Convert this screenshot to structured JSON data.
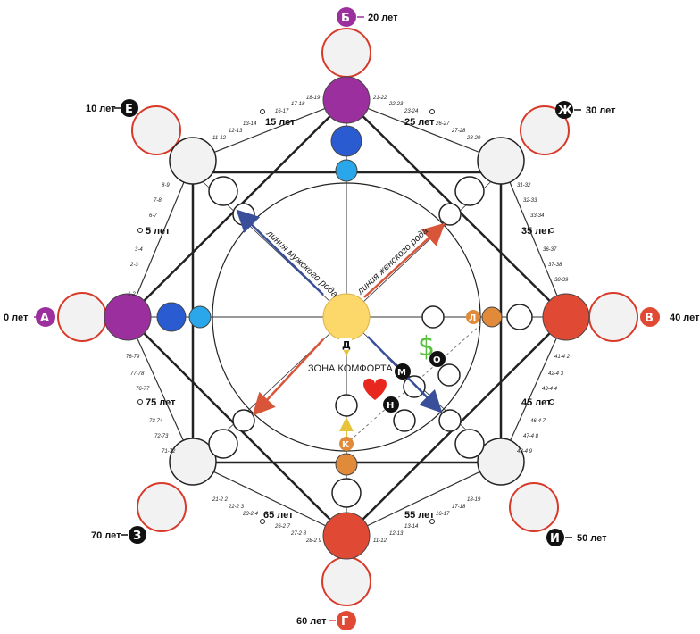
{
  "top_points": {
    "a": {
      "letter": "А",
      "age": "0 лет"
    },
    "b": {
      "letter": "Б",
      "age": "20 лет"
    },
    "v": {
      "letter": "В",
      "age": "40 лет"
    },
    "g": {
      "letter": "Г",
      "age": "60 лет"
    },
    "e": {
      "letter": "Е",
      "age": "10 лет"
    },
    "zh": {
      "letter": "Ж",
      "age": "30 лет"
    },
    "i": {
      "letter": "И",
      "age": "50 лет"
    },
    "z": {
      "letter": "З",
      "age": "70 лет"
    }
  },
  "age_marks": {
    "m5": "5 лет",
    "m15": "15 лет",
    "m25": "25 лет",
    "m35": "35 лет",
    "m45": "45 лет",
    "m55": "55 лет",
    "m65": "65 лет",
    "m75": "75 лет"
  },
  "ticks": {
    "left_top": [
      "1-2",
      "2-3",
      "3-4",
      "6-7",
      "7-8",
      "8-9"
    ],
    "top_left": [
      "11-12",
      "12-13",
      "13-14",
      "16-17",
      "17-18",
      "18-19"
    ],
    "top_right": [
      "21-22",
      "22-23",
      "23-24",
      "26-27",
      "27-28",
      "28-29"
    ],
    "right_top": [
      "31-32",
      "32-33",
      "33-34",
      "36-37",
      "37-38",
      "38-39"
    ],
    "right_bottom": [
      "41-4 2",
      "42-4 3",
      "43-4 4",
      "46-4 7",
      "47-4 8",
      "48-4 9"
    ],
    "bottom_right": [
      "11-12",
      "12-13",
      "13-14",
      "16-17",
      "17-18",
      "18-19"
    ],
    "bottom_left": [
      "21-2 2",
      "22-2 3",
      "23-2 4",
      "26-2 7",
      "27-2 8",
      "28-2 9"
    ],
    "left_bottom": [
      "71-72",
      "72-73",
      "73-74",
      "76-77",
      "77-78",
      "78-79"
    ]
  },
  "inner_letters": {
    "d": "Д",
    "k": "К",
    "l": "Л",
    "m": "М",
    "n": "Н",
    "o": "О"
  },
  "diagonals": {
    "male": "линия мужского рода",
    "female": "линия женского рода"
  },
  "zone_label": "ЗОНА КОМФОРТА",
  "dollar": "$",
  "colors": {
    "purple": "#9b2f9e",
    "red": "#e04a35",
    "blue": "#2a5bd0",
    "light_blue": "#2aa6ea",
    "yellow": "#fcd86a",
    "orange": "#e08a3a",
    "green": "#58c23c",
    "heart": "#e8281e",
    "arrow_blue": "#3a4f9a",
    "arrow_red": "#d8553a"
  }
}
